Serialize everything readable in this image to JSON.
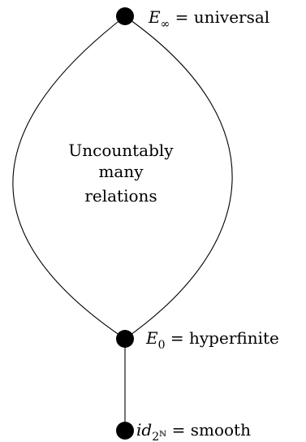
{
  "nodes": {
    "top": {
      "symbol": "E",
      "subscript": "∞",
      "rest": " = universal"
    },
    "middle": {
      "symbol": "E",
      "subscript": "0",
      "rest": " = hyperfinite"
    },
    "bottom": {
      "symbol": "id",
      "subscript": "2",
      "subsubscript": "ℕ",
      "rest": " = smooth"
    }
  },
  "center_label": {
    "line1": "Uncountably",
    "line2": "many",
    "line3": "relations"
  }
}
